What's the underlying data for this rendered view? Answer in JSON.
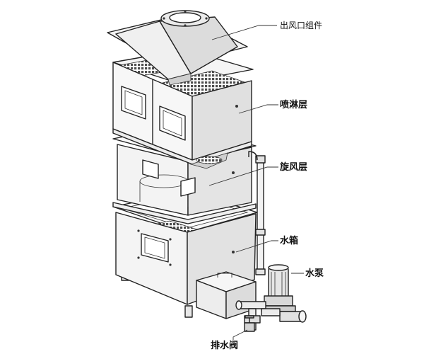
{
  "labels": {
    "outlet": "出风口组件",
    "spray": "喷淋层",
    "cyclone": "旋风层",
    "tank": "水箱",
    "pump": "水泵",
    "valve": "排水阀"
  },
  "icons": [
    "grille-mesh",
    "inspection-window",
    "outlet-flange",
    "pipe",
    "pump-motor",
    "drain-valve"
  ],
  "colors": {
    "outline": "#222222",
    "steel_light": "#f2f2f2",
    "steel_mid": "#d9d9d9",
    "steel_dark": "#b3b3b3",
    "mesh": "#555555"
  }
}
